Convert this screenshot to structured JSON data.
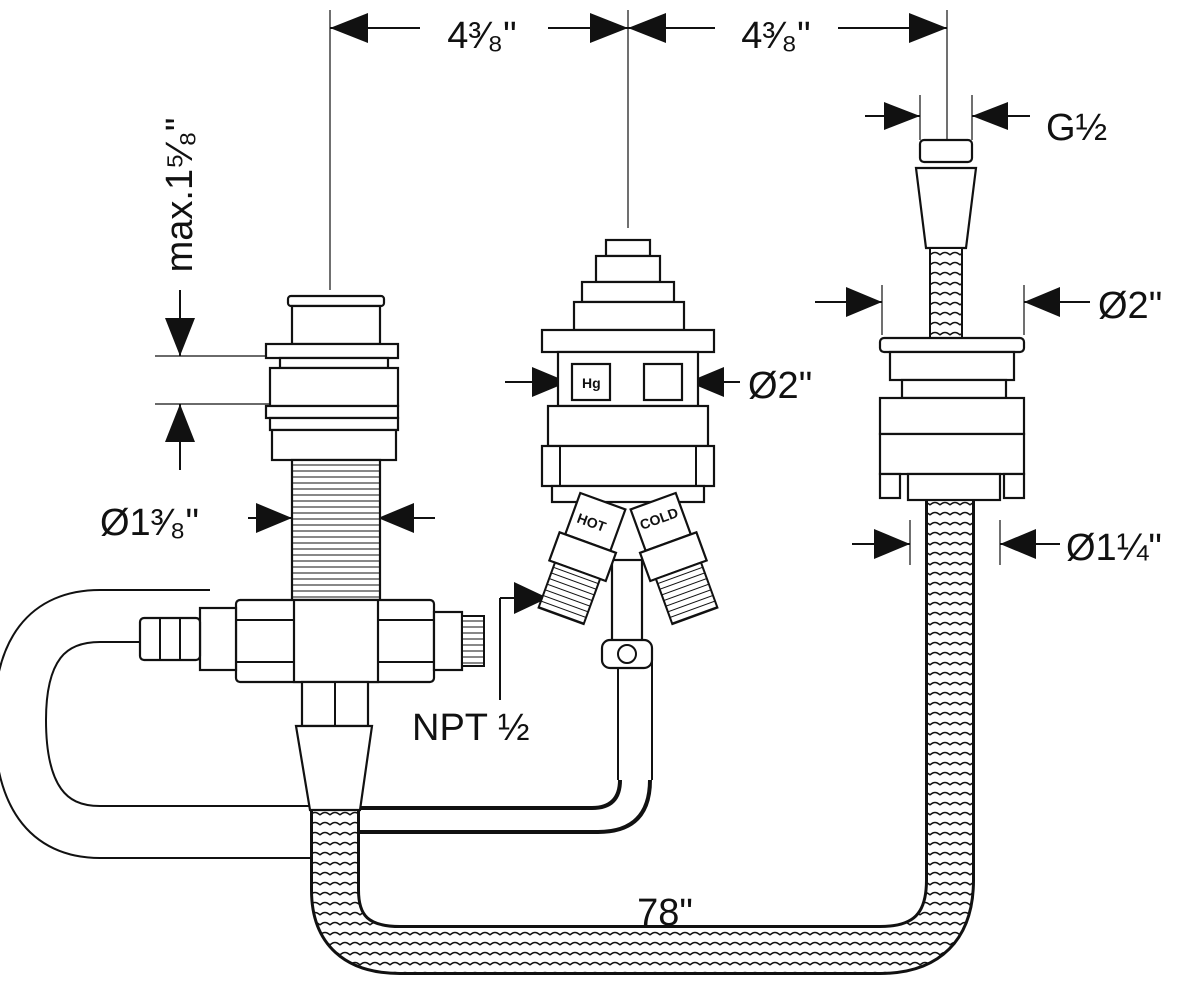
{
  "dimensions": {
    "spacing_left": "4³⁄₈\"",
    "spacing_right": "4³⁄₈\"",
    "max_height": "max.1⁵⁄₈\"",
    "connector_thread": "G½",
    "diverter_diameter": "Ø2\"",
    "valve_diameter": "Ø2\"",
    "spout_diameter": "Ø1³⁄₈\"",
    "hose_diameter": "Ø1¼\"",
    "inlet_thread": "NPT ½",
    "hose_length": "78\""
  },
  "labels": {
    "hot": "HOT",
    "cold": "COLD",
    "hg": "Hg"
  }
}
